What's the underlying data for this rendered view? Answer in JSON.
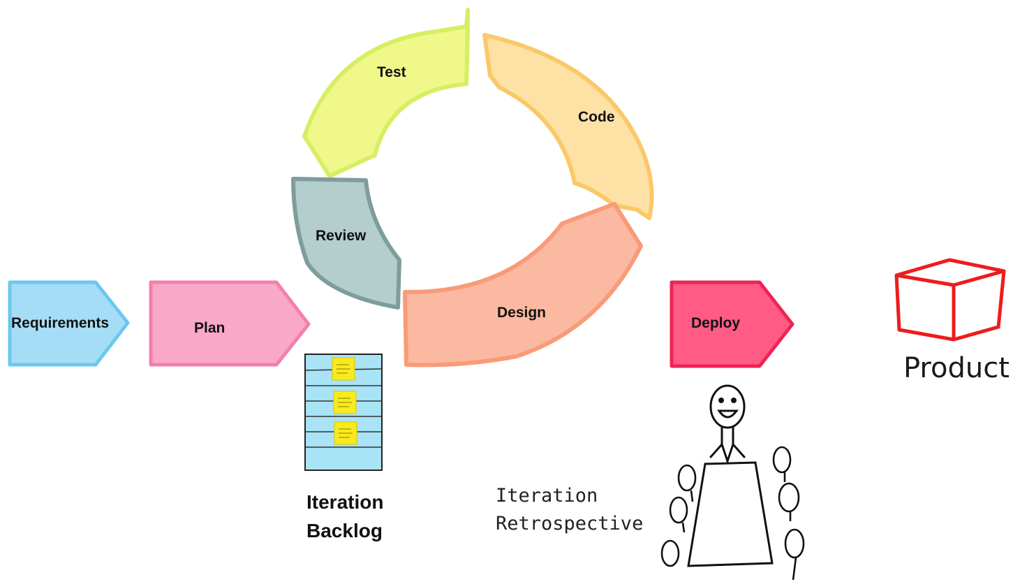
{
  "stages": {
    "requirements": "Requirements",
    "plan": "Plan",
    "deploy": "Deploy"
  },
  "cycle": {
    "test": "Test",
    "code": "Code",
    "design": "Design",
    "review": "Review"
  },
  "backlog": {
    "line1": "Iteration",
    "line2": "Backlog"
  },
  "retrospective": {
    "line1": "Iteration",
    "line2": "Retrospective"
  },
  "product": "Product",
  "colors": {
    "requirements": "#9fdcf7",
    "plan": "#f9a7c9",
    "deploy": "#ff5a84",
    "test": "#eef78a",
    "code": "#fde0a3",
    "design": "#fbb8a0",
    "review": "#b4cdcd",
    "backlog": "#a8e3f5",
    "sticky": "#f9ea1f",
    "product": "#ee1c1c"
  },
  "icons": [
    "sticky-note-icon",
    "product-box-icon",
    "presenter-figure-icon",
    "audience-head-icon"
  ]
}
